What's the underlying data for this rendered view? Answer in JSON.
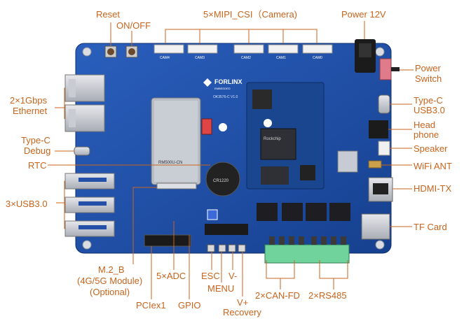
{
  "board": {
    "title": "FORLINX",
    "subtitle": "EMBEDDED",
    "model": "OK3576-C V1.0",
    "colors": {
      "pcb": "#1d4fa8",
      "label": "#c8641c",
      "line": "#c8641c",
      "terminal": "#6fd39b"
    }
  },
  "labels": {
    "reset": "Reset",
    "onoff": "ON/OFF",
    "mipi": "5×MIPI_CSI（Camera)",
    "power": "Power 12V",
    "power_switch_1": "Power",
    "power_switch_2": "Switch",
    "ethernet_1": "2×1Gbps",
    "ethernet_2": "Ethernet",
    "typec_usb_1": "Type-C",
    "typec_usb_2": "USB3.0",
    "headphone_1": "Head",
    "headphone_2": "phone",
    "typec_debug_1": "Type-C",
    "typec_debug_2": "Debug",
    "speaker": "Speaker",
    "rtc": "RTC",
    "wifi": "WiFi ANT",
    "hdmi": "HDMI-TX",
    "usb3": "3×USB3.0",
    "tfcard": "TF Card",
    "m2_1": "M.2_B",
    "m2_2": "(4G/5G Module)",
    "m2_3": "(Optional)",
    "adc": "5×ADC",
    "esc": "ESC",
    "vminus": "V-",
    "menu": "MENU",
    "vplus": "V+",
    "recovery": "Recovery",
    "canfd": "2×CAN-FD",
    "rs485": "2×RS485",
    "pcie": "PCIex1",
    "gpio": "GPIO"
  },
  "silkscreen": {
    "cam_labels": [
      "CAM4",
      "CAM3",
      "CAM2",
      "CAM1",
      "CAM0"
    ],
    "chip_brand": "Rockchip",
    "module_text": "RM500U-CN",
    "rtc_cell": "CR1220"
  }
}
